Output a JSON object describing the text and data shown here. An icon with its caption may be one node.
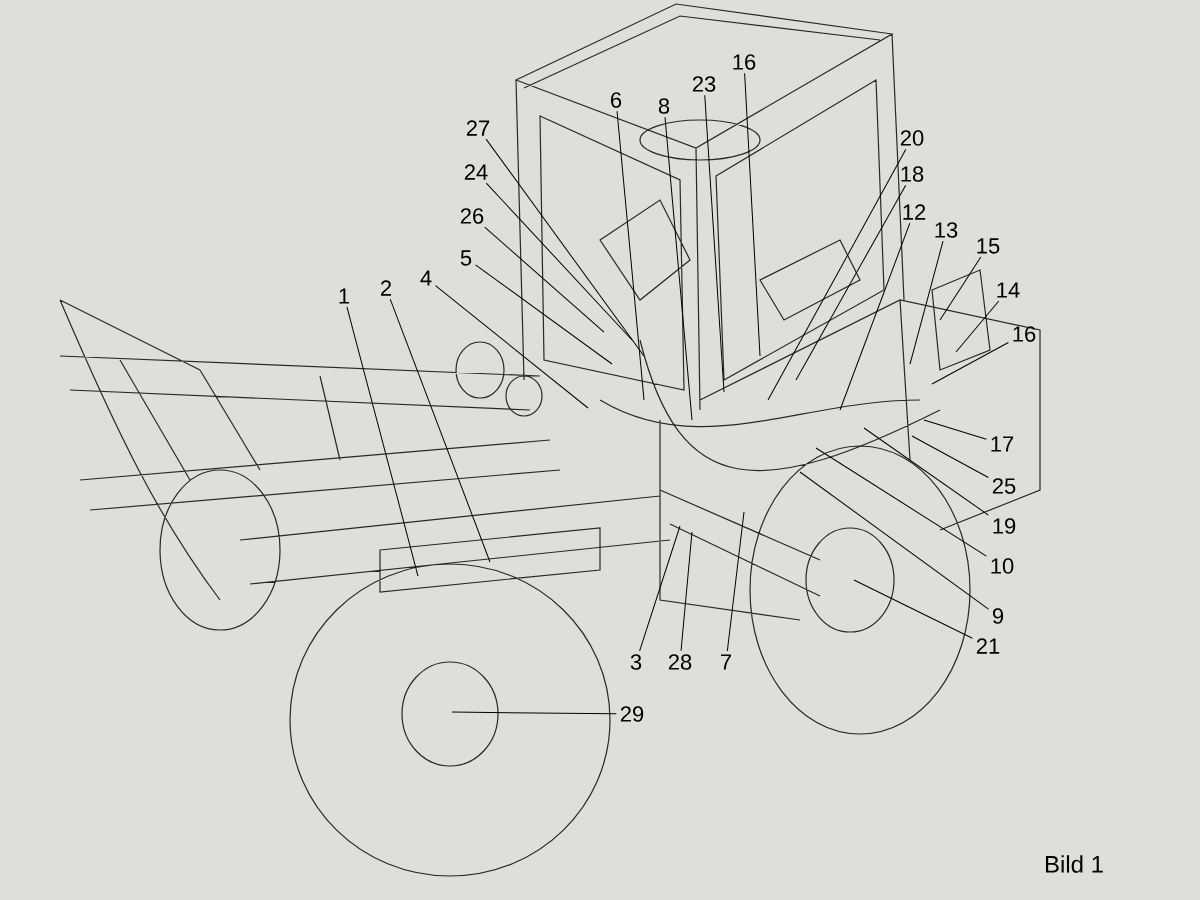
{
  "diagram": {
    "caption": "Bild 1",
    "nodes": [
      {
        "text": [
          "16"
        ]
      },
      {
        "text": [
          "23"
        ]
      },
      {
        "text": [
          "6"
        ]
      },
      {
        "text": [
          "8"
        ]
      },
      {
        "text": [
          "27"
        ]
      },
      {
        "text": [
          "20"
        ]
      },
      {
        "text": [
          "24"
        ]
      },
      {
        "text": [
          "18"
        ]
      },
      {
        "text": [
          "12"
        ]
      },
      {
        "text": [
          "26"
        ]
      },
      {
        "text": [
          "13"
        ]
      },
      {
        "text": [
          "15"
        ]
      },
      {
        "text": [
          "5"
        ]
      },
      {
        "text": [
          "4"
        ]
      },
      {
        "text": [
          "2"
        ]
      },
      {
        "text": [
          "14"
        ]
      },
      {
        "text": [
          "1"
        ]
      },
      {
        "text": [
          "16"
        ]
      },
      {
        "text": [
          "17"
        ]
      },
      {
        "text": [
          "25"
        ]
      },
      {
        "text": [
          "19"
        ]
      },
      {
        "text": [
          "10"
        ]
      },
      {
        "text": [
          "9"
        ]
      },
      {
        "text": [
          "21"
        ]
      },
      {
        "text": [
          "3"
        ]
      },
      {
        "text": [
          "28"
        ]
      },
      {
        "text": [
          "7"
        ]
      },
      {
        "text": [
          "29"
        ]
      }
    ],
    "edges": [
      {
        "from": 0,
        "to": null,
        "arrow": "none"
      },
      {
        "from": 1,
        "to": null,
        "arrow": "none"
      },
      {
        "from": 2,
        "to": null,
        "arrow": "none"
      },
      {
        "from": 3,
        "to": null,
        "arrow": "none"
      },
      {
        "from": 4,
        "to": null,
        "arrow": "none"
      },
      {
        "from": 5,
        "to": null,
        "arrow": "none"
      },
      {
        "from": 6,
        "to": null,
        "arrow": "none"
      },
      {
        "from": 7,
        "to": null,
        "arrow": "none"
      },
      {
        "from": 8,
        "to": null,
        "arrow": "none"
      },
      {
        "from": 9,
        "to": null,
        "arrow": "none"
      },
      {
        "from": 10,
        "to": null,
        "arrow": "none"
      },
      {
        "from": 11,
        "to": null,
        "arrow": "none"
      },
      {
        "from": 12,
        "to": null,
        "arrow": "none"
      },
      {
        "from": 13,
        "to": null,
        "arrow": "none"
      },
      {
        "from": 14,
        "to": null,
        "arrow": "none"
      },
      {
        "from": 15,
        "to": null,
        "arrow": "none"
      },
      {
        "from": 16,
        "to": null,
        "arrow": "none"
      },
      {
        "from": 17,
        "to": null,
        "arrow": "none"
      },
      {
        "from": 18,
        "to": null,
        "arrow": "none"
      },
      {
        "from": 19,
        "to": null,
        "arrow": "none"
      },
      {
        "from": 20,
        "to": null,
        "arrow": "none"
      },
      {
        "from": 21,
        "to": null,
        "arrow": "none"
      },
      {
        "from": 22,
        "to": null,
        "arrow": "none"
      },
      {
        "from": 23,
        "to": null,
        "arrow": "none"
      },
      {
        "from": 24,
        "to": null,
        "arrow": "none"
      },
      {
        "from": 25,
        "to": null,
        "arrow": "none"
      },
      {
        "from": 26,
        "to": null,
        "arrow": "none"
      },
      {
        "from": 27,
        "to": null,
        "arrow": "none"
      }
    ]
  }
}
